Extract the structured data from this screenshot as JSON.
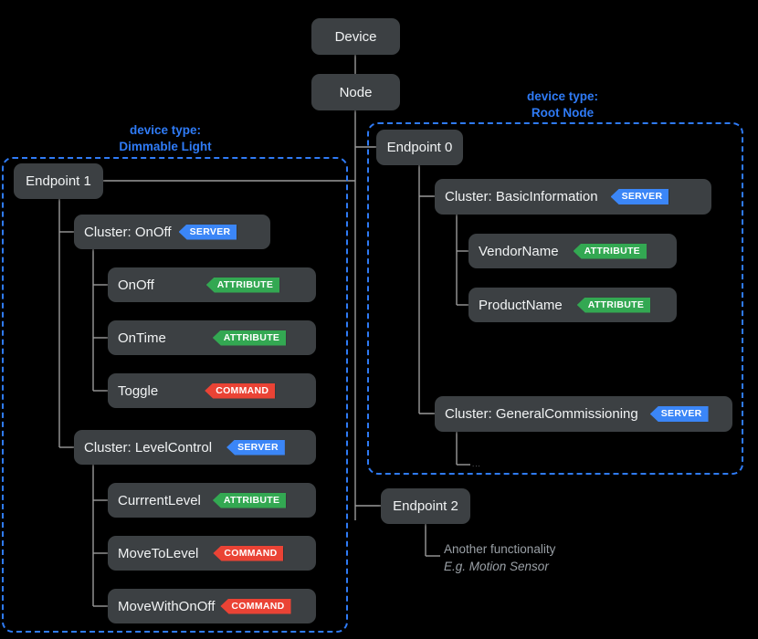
{
  "diagram": {
    "title_nodes": [
      {
        "id": "device",
        "label": "Device"
      },
      {
        "id": "node",
        "label": "Node"
      }
    ],
    "regions": [
      {
        "id": "dimmable-light",
        "label_line1": "device type:",
        "label_line2": "Dimmable Light",
        "accent": "#2f7bf6"
      },
      {
        "id": "root-node",
        "label_line1": "device type:",
        "label_line2": "Root Node",
        "accent": "#2f7bf6"
      }
    ],
    "endpoints": [
      {
        "id": "endpoint-0",
        "label": "Endpoint 0"
      },
      {
        "id": "endpoint-1",
        "label": "Endpoint 1"
      },
      {
        "id": "endpoint-2",
        "label": "Endpoint 2"
      }
    ],
    "clusters": [
      {
        "id": "cluster-onoff",
        "label": "Cluster: OnOff",
        "badge": "SERVER"
      },
      {
        "id": "cluster-levelcontrol",
        "label": "Cluster: LevelControl",
        "badge": "SERVER"
      },
      {
        "id": "cluster-basicinformation",
        "label": "Cluster: BasicInformation",
        "badge": "SERVER"
      },
      {
        "id": "cluster-generalcommissioning",
        "label": "Cluster: GeneralCommissioning",
        "badge": "SERVER"
      }
    ],
    "items": [
      {
        "id": "item-onoff",
        "label": "OnOff",
        "badge": "ATTRIBUTE",
        "kind": "attribute"
      },
      {
        "id": "item-ontime",
        "label": "OnTime",
        "badge": "ATTRIBUTE",
        "kind": "attribute"
      },
      {
        "id": "item-toggle",
        "label": "Toggle",
        "badge": "COMMAND",
        "kind": "command"
      },
      {
        "id": "item-currrentlevel",
        "label": "CurrrentLevel",
        "badge": "ATTRIBUTE",
        "kind": "attribute"
      },
      {
        "id": "item-movetolevel",
        "label": "MoveToLevel",
        "badge": "COMMAND",
        "kind": "command"
      },
      {
        "id": "item-movewithonoff",
        "label": "MoveWithOnOff",
        "badge": "COMMAND",
        "kind": "command"
      },
      {
        "id": "item-vendorname",
        "label": "VendorName",
        "badge": "ATTRIBUTE",
        "kind": "attribute"
      },
      {
        "id": "item-productname",
        "label": "ProductName",
        "badge": "ATTRIBUTE",
        "kind": "attribute"
      }
    ],
    "notes": [
      {
        "id": "note-endpoint2-line1",
        "text": "Another functionality"
      },
      {
        "id": "note-endpoint2-line2",
        "text": "E.g. Motion Sensor"
      },
      {
        "id": "note-ellipsis",
        "text": "..."
      }
    ],
    "colors": {
      "background": "#000000",
      "node_fill": "#3c4043",
      "node_text": "#f1f3f4",
      "connector": "#9a9a9a",
      "accent_blue": "#2f7bf6",
      "badge_server": "#3b86f7",
      "badge_attribute": "#33a852",
      "badge_command": "#ea4335",
      "note_text": "#9aa0a6"
    }
  }
}
